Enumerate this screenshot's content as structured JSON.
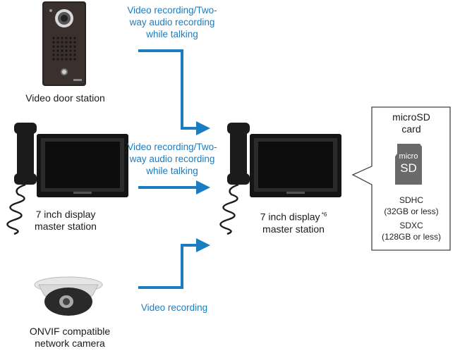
{
  "door_station": {
    "label": "Video door station"
  },
  "master_station_left": {
    "label_line1": "7 inch display",
    "label_line2": "master station"
  },
  "master_station_right": {
    "label_line1": "7 inch display",
    "superscript": "*6",
    "label_line2": "master station"
  },
  "camera": {
    "label_line1": "ONVIF compatible",
    "label_line2": "network camera"
  },
  "flows": {
    "top": {
      "line1": "Video recording/Two-",
      "line2": "way audio recording",
      "line3": "while talking"
    },
    "middle": {
      "line1": "Video recording/Two-",
      "line2": "way audio recording",
      "line3": "while talking"
    },
    "bottom": {
      "line1": "Video recording"
    }
  },
  "sd_callout": {
    "title_line1": "microSD",
    "title_line2": "card",
    "card_text1": "micro",
    "card_text2": "SD",
    "sdhc": "SDHC",
    "sdhc_cap": "(32GB or less)",
    "sdxc": "SDXC",
    "sdxc_cap": "(128GB or less)"
  },
  "colors": {
    "arrow": "#1a7cc1",
    "device": "#1c1c1c"
  }
}
